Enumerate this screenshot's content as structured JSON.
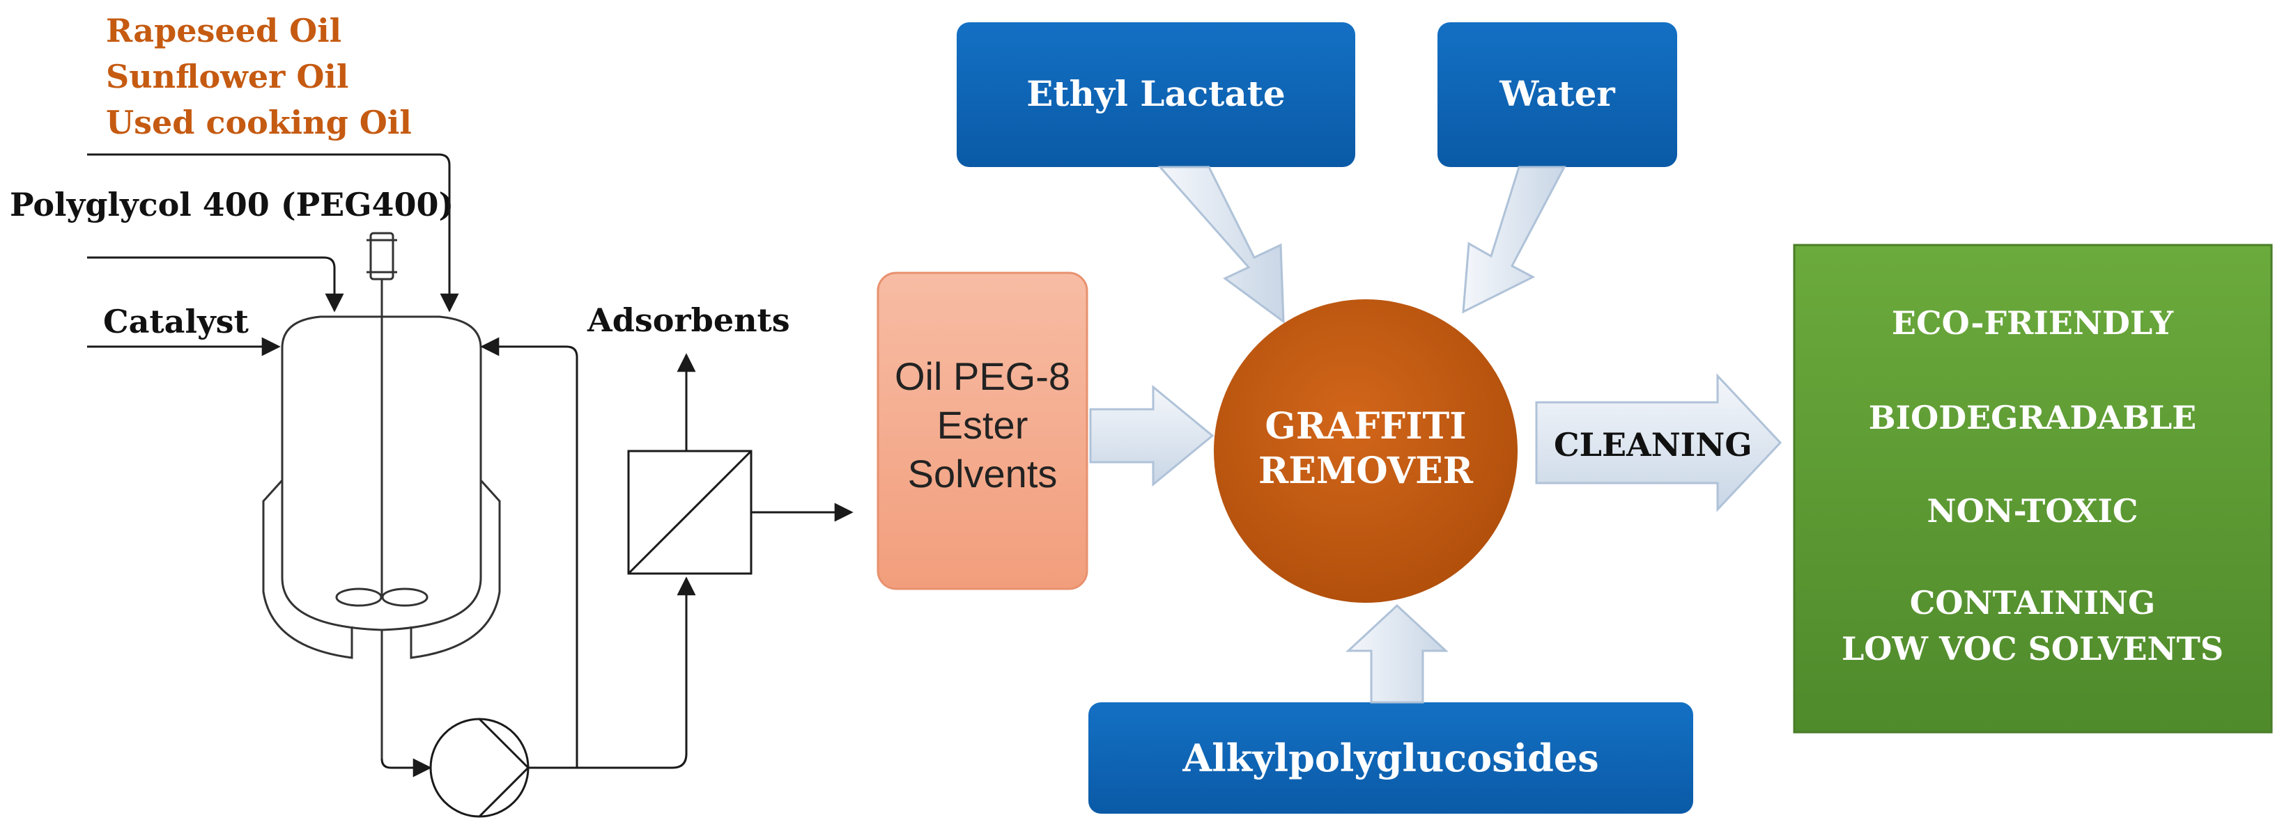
{
  "feedstocks": [
    "Rapeseed Oil",
    "Sunflower Oil",
    "Used cooking Oil"
  ],
  "inputs": {
    "polyglycol": "Polyglycol 400 (PEG400)",
    "catalyst": "Catalyst",
    "adsorbents": "Adsorbents"
  },
  "product_box": [
    "Oil PEG-8",
    "Ester",
    "Solvents"
  ],
  "additives": {
    "ethyl_lactate": "Ethyl Lactate",
    "water": "Water",
    "alkylpolyglucosides": "Alkylpolyglucosides"
  },
  "remover": [
    "GRAFFITI",
    "REMOVER"
  ],
  "cleaning": "CLEANING",
  "benefits": [
    "ECO-FRIENDLY",
    "BIODEGRADABLE",
    "NON-TOXIC",
    "CONTAINING",
    "LOW VOC SOLVENTS"
  ],
  "colors": {
    "feedstock_text": "#C55A11",
    "blue_box": "#0B63B5",
    "salmon_box": "#F4A98A",
    "circle": "#C55A0F",
    "green_box": "#5E9C35",
    "arrow_fill": "#DCE6F2"
  }
}
